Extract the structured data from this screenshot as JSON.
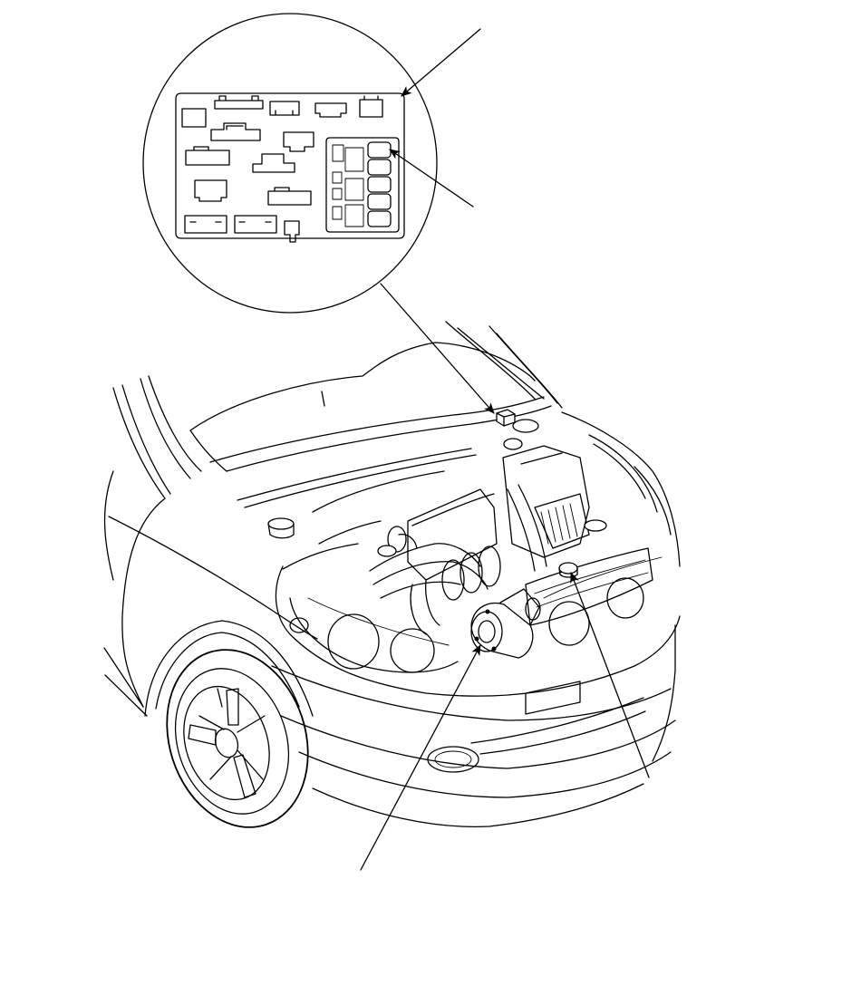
{
  "diagram": {
    "callouts": [
      {
        "id": "fuse-box",
        "label": ""
      },
      {
        "id": "relay",
        "label": ""
      },
      {
        "id": "starter",
        "label": ""
      },
      {
        "id": "component",
        "label": ""
      }
    ]
  },
  "colors": {
    "line": "#000000",
    "background": "#ffffff"
  }
}
